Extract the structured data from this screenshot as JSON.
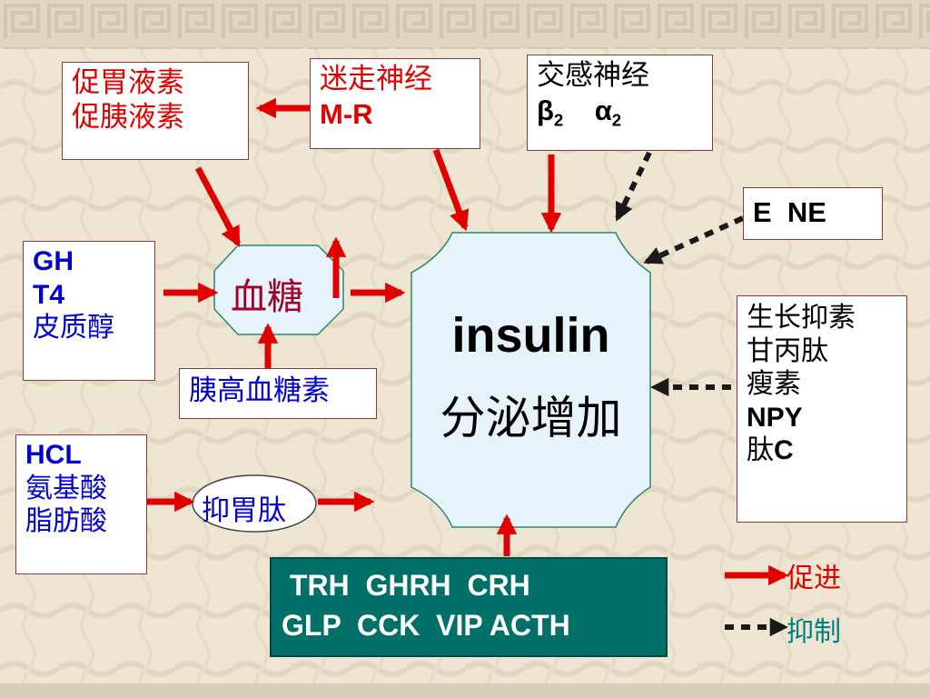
{
  "nodes": {
    "gastrin": {
      "line1": "促胃液素",
      "line2": "促胰液素"
    },
    "vagus": {
      "line1": "迷走神经",
      "line2": "M-R"
    },
    "sympathetic": {
      "line1": "交感神经",
      "beta": "β",
      "beta_sub": "2",
      "alpha": "α",
      "alpha_sub": "2"
    },
    "e_ne": {
      "label": "E  NE"
    },
    "hormones_left": {
      "line1": "GH",
      "line2": "T4",
      "line3": "皮质醇"
    },
    "blood_sugar": {
      "label": "血糖",
      "arrow": "↑"
    },
    "glucagon": {
      "label": "胰高血糖素"
    },
    "gip_sources": {
      "line1": "HCL",
      "line2": "氨基酸",
      "line3": "脂肪酸"
    },
    "gip": {
      "label": "抑胃肽"
    },
    "inhibitors": {
      "line1": "生长抑素",
      "line2": "甘丙肽",
      "line3": "瘦素",
      "line4": "NPY",
      "line5_cn": "肽",
      "line5_en": "C"
    },
    "insulin": {
      "line1": "insulin",
      "line2": "分泌增加"
    },
    "peptides": {
      "line1": " TRH  GHRH  CRH",
      "line2": "GLP  CCK  VIP ACTH"
    }
  },
  "legend": {
    "promote": "促进",
    "inhibit": "抑制"
  },
  "colors": {
    "arrow_red": "#e00000",
    "arrow_dark": "#1a1a1a",
    "insulin_fill": "#e6f3fb",
    "blood_sugar_fill": "#e6f3fb",
    "teal_box": "#007069"
  }
}
